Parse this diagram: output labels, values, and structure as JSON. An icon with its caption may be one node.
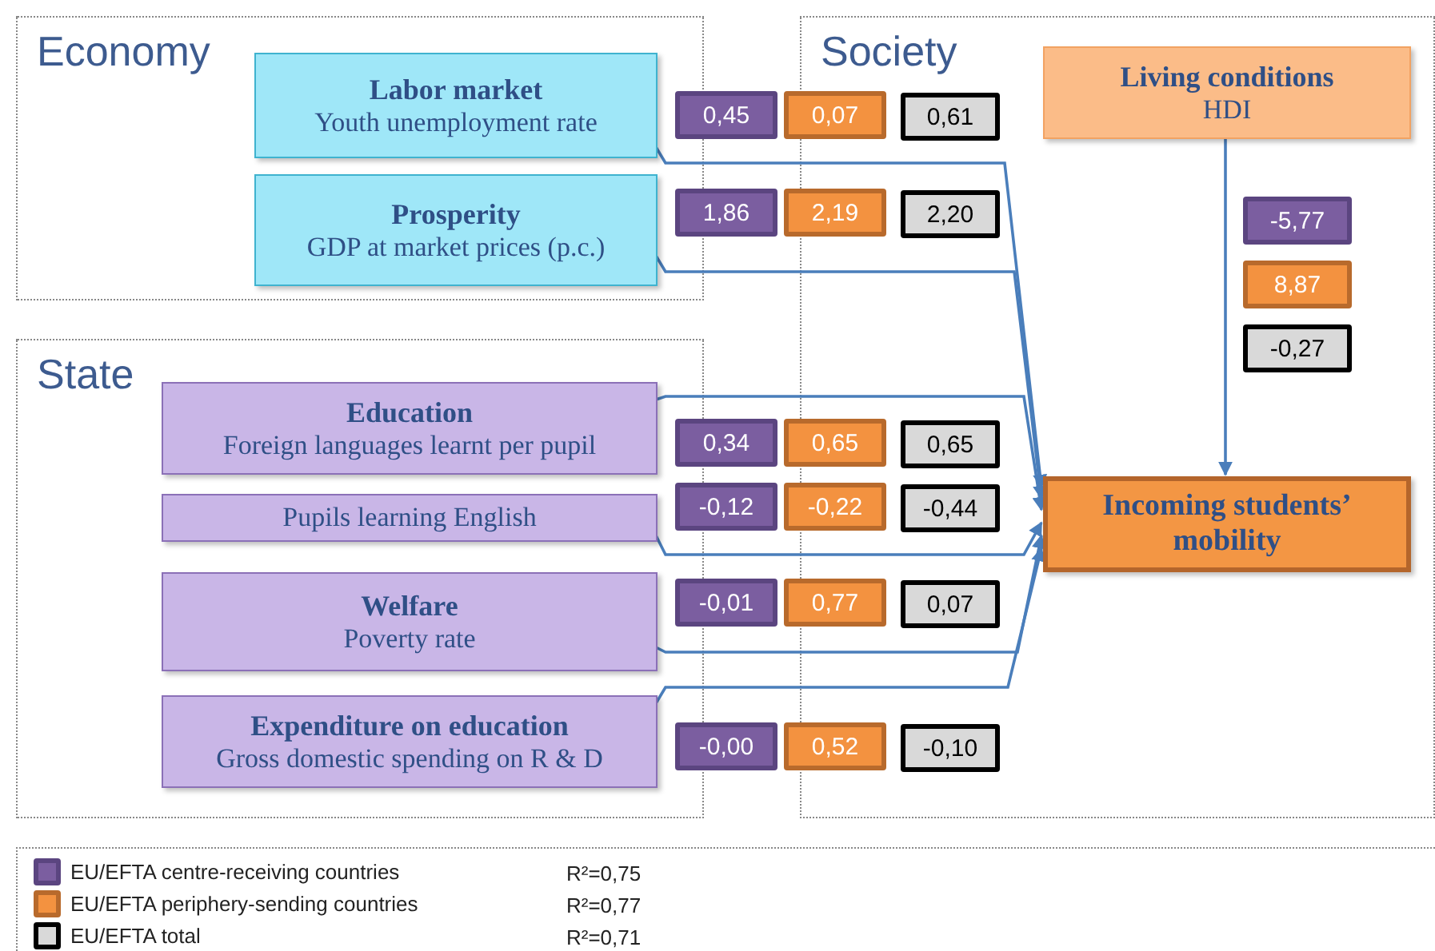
{
  "diagram": {
    "nodes": [
      {
        "text": [
          "Economy"
        ]
      },
      {
        "text": [
          "Labor market",
          "Youth unemployment rate"
        ],
        "in": 0
      },
      {
        "text": [
          "Prosperity",
          "GDP at market prices (p.c.)"
        ],
        "in": 0
      },
      {
        "text": [
          "Society"
        ]
      },
      {
        "text": [
          "Living conditions",
          "HDI"
        ],
        "in": 3
      },
      {
        "text": [
          "Incoming students’ mobility"
        ],
        "in": 3
      },
      {
        "text": [
          "State"
        ]
      },
      {
        "text": [
          "Education",
          "Foreign languages learnt per pupil"
        ],
        "in": 6
      },
      {
        "text": [
          "Pupils learning English"
        ],
        "in": 6
      },
      {
        "text": [
          "Welfare",
          "Poverty rate"
        ],
        "in": 6
      },
      {
        "text": [
          "Expenditure on education",
          "Gross domestic spending on R & D"
        ],
        "in": 6
      },
      {
        "text": [
          "0,45"
        ]
      },
      {
        "text": [
          "0,07"
        ]
      },
      {
        "text": [
          "0,61"
        ],
        "in": 3
      },
      {
        "text": [
          "1,86"
        ]
      },
      {
        "text": [
          "2,19"
        ]
      },
      {
        "text": [
          "2,20"
        ],
        "in": 3
      },
      {
        "text": [
          "-5,77"
        ],
        "in": 3
      },
      {
        "text": [
          "8,87"
        ],
        "in": 3
      },
      {
        "text": [
          "-0,27"
        ],
        "in": 3
      },
      {
        "text": [
          "0,34"
        ]
      },
      {
        "text": [
          "0,65"
        ]
      },
      {
        "text": [
          "0,65"
        ],
        "in": 3
      },
      {
        "text": [
          "-0,12"
        ]
      },
      {
        "text": [
          "-0,22"
        ]
      },
      {
        "text": [
          "-0,44"
        ],
        "in": 3
      },
      {
        "text": [
          "-0,01"
        ]
      },
      {
        "text": [
          "0,77"
        ]
      },
      {
        "text": [
          "0,07"
        ],
        "in": 3
      },
      {
        "text": [
          "-0,00"
        ]
      },
      {
        "text": [
          "0,52"
        ]
      },
      {
        "text": [
          "-0,10"
        ],
        "in": 3
      }
    ],
    "edges": [
      {
        "from": 1,
        "to": 5,
        "arrow": "to"
      },
      {
        "from": 2,
        "to": 5,
        "arrow": "to"
      },
      {
        "from": 4,
        "to": 5,
        "arrow": "to"
      },
      {
        "from": 7,
        "to": 5,
        "arrow": "to"
      },
      {
        "from": 8,
        "to": 5,
        "arrow": "to"
      },
      {
        "from": 9,
        "to": 5,
        "arrow": "to"
      },
      {
        "from": 10,
        "to": 5,
        "arrow": "to"
      }
    ],
    "labels": [
      "R²=0,75",
      "R²=0,77",
      "R²=0,71"
    ],
    "legend": [
      {
        "text": "EU/EFTA centre-receiving countries",
        "color": "#7b5ea0"
      },
      {
        "text": "EU/EFTA periphery-sending countries",
        "color": "#f39240"
      },
      {
        "text": "EU/EFTA total",
        "color": "#d9d9d9"
      }
    ]
  }
}
